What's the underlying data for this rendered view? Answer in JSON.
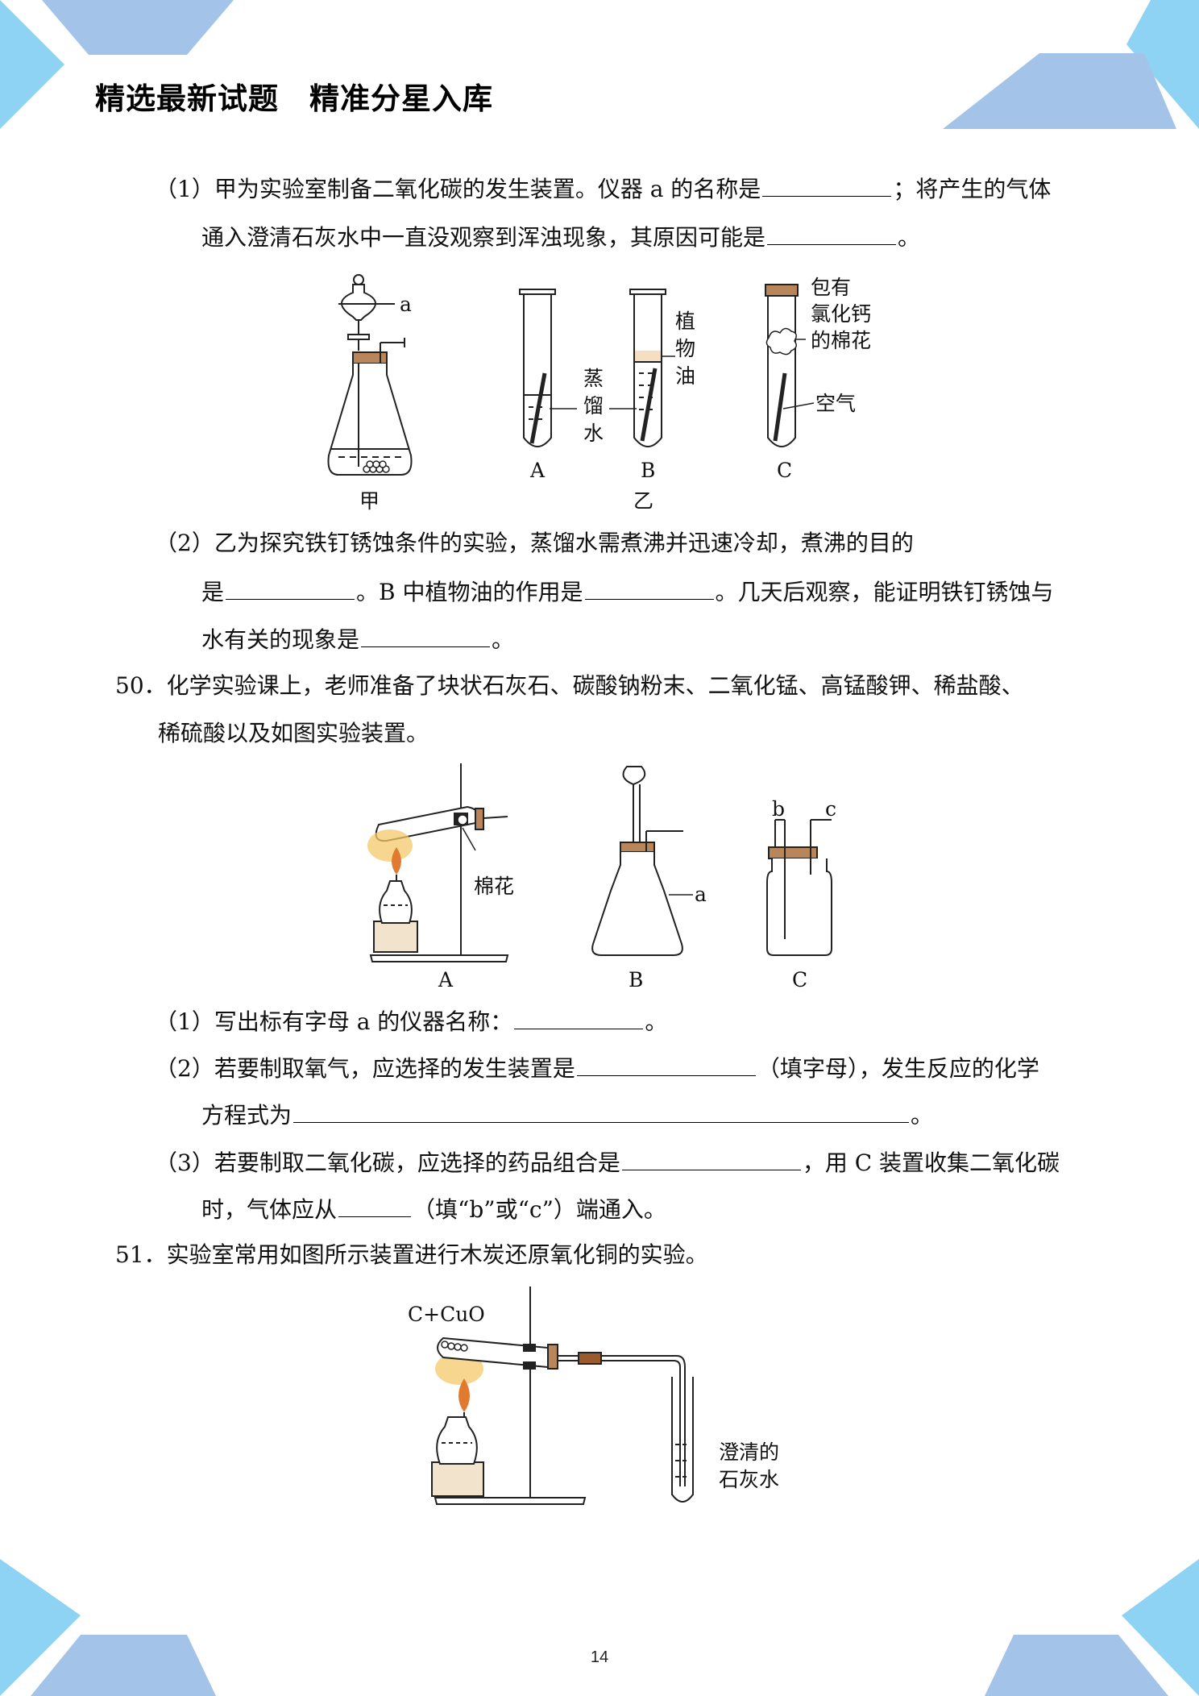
{
  "header": {
    "title": "精选最新试题　精准分星入库"
  },
  "q49": {
    "part1_line1_a": "（1）甲为实验室制备二氧化碳的发生装置。仪器 a 的名称是",
    "part1_line1_b": "；将产生的气体",
    "part1_line2_a": "通入澄清石灰水中一直没观察到浑浊现象，其原因可能是",
    "part1_line2_b": "。",
    "part2_line1": "（2）乙为探究铁钉锈蚀条件的实验，蒸馏水需煮沸并迅速冷却，煮沸的目的",
    "part2_line2_a": "是",
    "part2_line2_b": "。B 中植物油的作用是",
    "part2_line2_c": "。几天后观察，能证明铁钉锈蚀与",
    "part2_line3_a": "水有关的现象是",
    "part2_line3_b": "。"
  },
  "figure1": {
    "label_a": "a",
    "jia": "甲",
    "yi": "乙",
    "tube_a": "A",
    "tube_b": "B",
    "tube_c": "C",
    "water_1": "蒸",
    "water_2": "馏",
    "water_3": "水",
    "oil_1": "植",
    "oil_2": "物",
    "oil_3": "油",
    "cotton_1": "包有",
    "cotton_2": "氯化钙",
    "cotton_3": "的棉花",
    "air": "空气"
  },
  "q50": {
    "line1": "50．化学实验课上，老师准备了块状石灰石、碳酸钠粉末、二氧化锰、高锰酸钾、稀盐酸、",
    "line2": "稀硫酸以及如图实验装置。",
    "p1_a": "（1）写出标有字母 a 的仪器名称：",
    "p1_b": "。",
    "p2_a": "（2）若要制取氧气，应选择的发生装置是",
    "p2_b": "（填字母），发生反应的化学",
    "p2_c": "方程式为",
    "p2_d": "。",
    "p3_a": "（3）若要制取二氧化碳，应选择的药品组合是",
    "p3_b": "，用 C 装置收集二氧化碳",
    "p3_c": "时，气体应从",
    "p3_d": "（填“b”或“c”）端通入。"
  },
  "figure2": {
    "cotton": "棉花",
    "label_a": "a",
    "label_b": "b",
    "label_c": "c",
    "app_a": "A",
    "app_b": "B",
    "app_c": "C"
  },
  "q51": {
    "line1": "51．实验室常用如图所示装置进行木炭还原氧化铜的实验。"
  },
  "figure3": {
    "reactants": "C+CuO",
    "limewater_1": "澄清的",
    "limewater_2": "石灰水"
  },
  "footer": {
    "page_number": "14"
  },
  "colors": {
    "deco_light": "#8fd3f4",
    "deco_mid": "#a3c4e8",
    "stopper": "#b8865a",
    "flame": "#f4c96a"
  }
}
